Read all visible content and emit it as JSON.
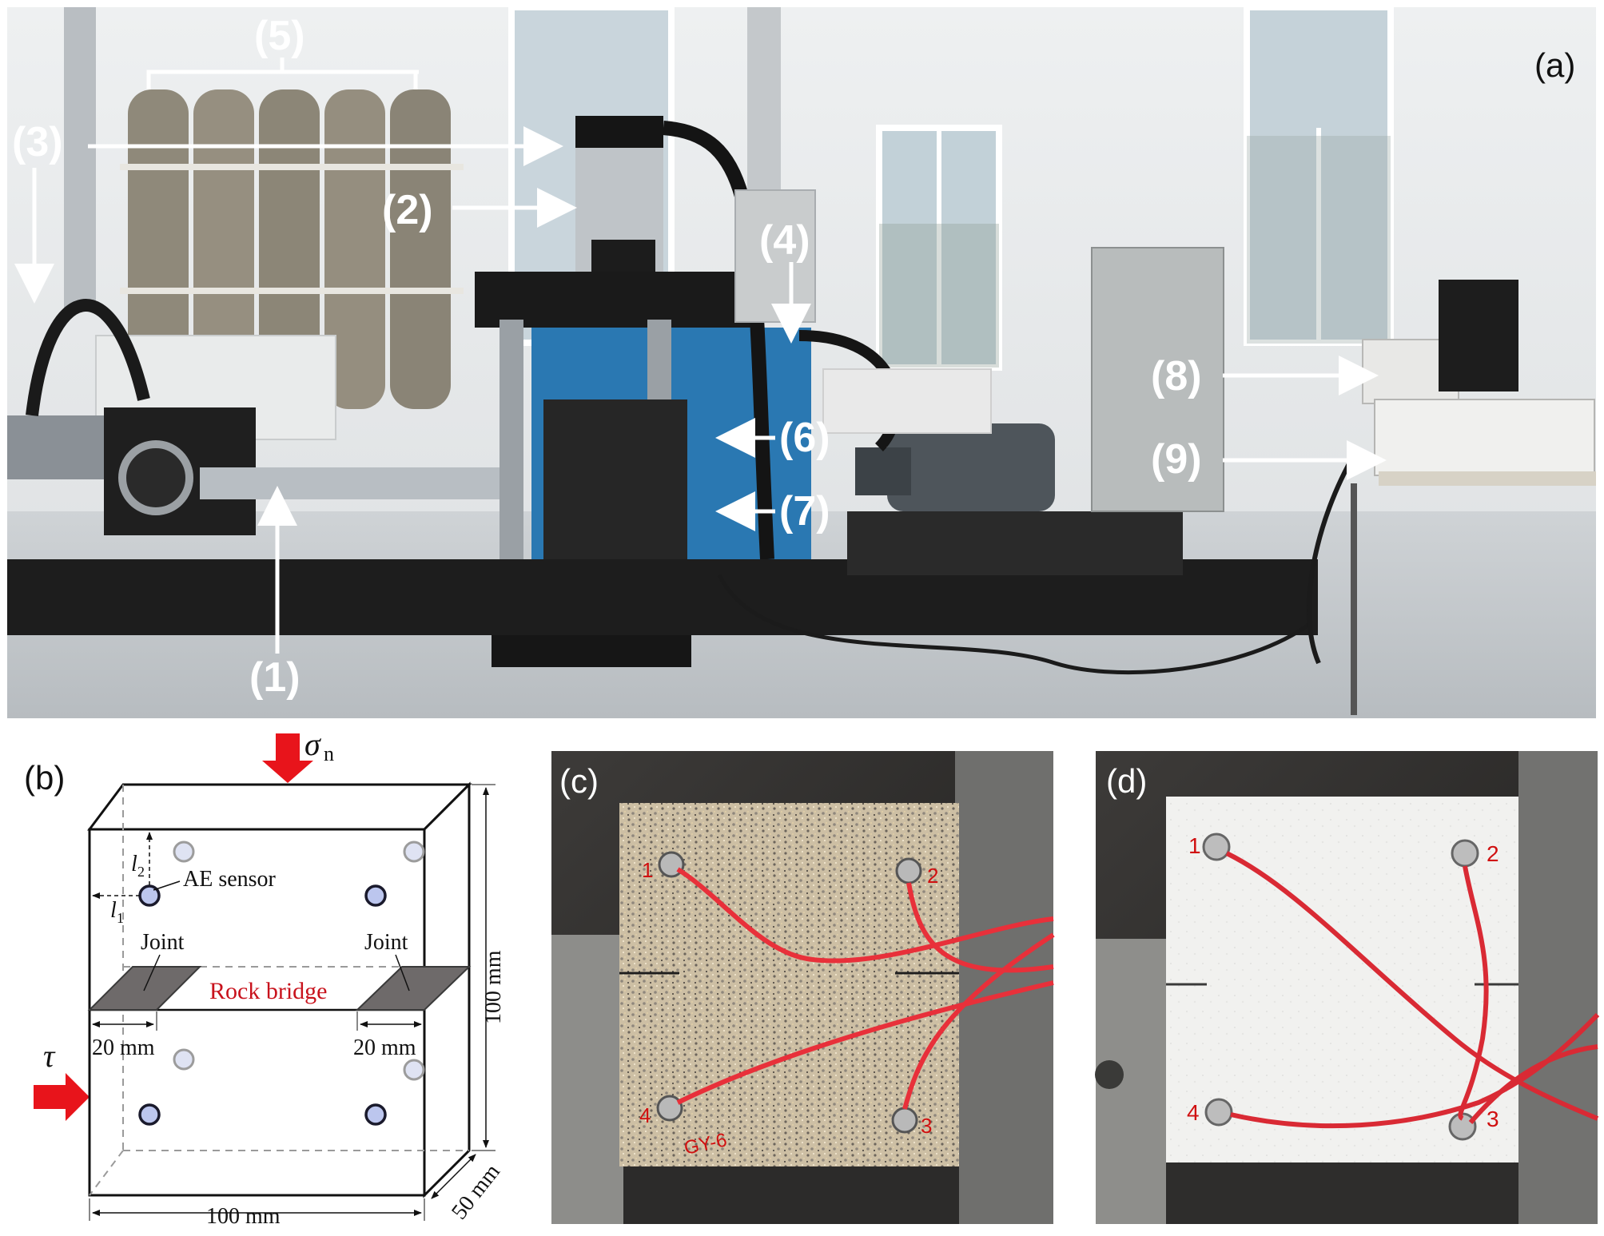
{
  "panel_a": {
    "label": "(a)",
    "callouts": [
      "(1)",
      "(2)",
      "(3)",
      "(4)",
      "(5)",
      "(6)",
      "(7)",
      "(8)",
      "(9)"
    ]
  },
  "panel_b": {
    "label": "(b)",
    "normal_stress_symbol": "σ",
    "normal_stress_subscript": "n",
    "shear_stress_symbol": "τ",
    "sensor_label": "AE sensor",
    "l2_symbol": "l",
    "l2_sub": "2",
    "l1_symbol": "l",
    "l1_sub": "1",
    "joint_left": "Joint",
    "joint_right": "Joint",
    "rock_bridge": "Rock bridge",
    "dim_left_joint": "20 mm",
    "dim_right_joint": "20 mm",
    "dim_height": "100 mm",
    "dim_width": "100 mm",
    "dim_depth": "50 mm",
    "colors": {
      "arrow": "#e8141b",
      "rock_bridge_text": "#c8121c",
      "joint_fill": "#6e6a6a",
      "sensor_fill": "#bcc6ee"
    }
  },
  "panel_c": {
    "label": "(c)",
    "sensor_numbers": [
      "1",
      "2",
      "3",
      "4"
    ],
    "specimen_code": "GY-6"
  },
  "panel_d": {
    "label": "(d)",
    "sensor_numbers": [
      "1",
      "2",
      "3",
      "4"
    ]
  }
}
